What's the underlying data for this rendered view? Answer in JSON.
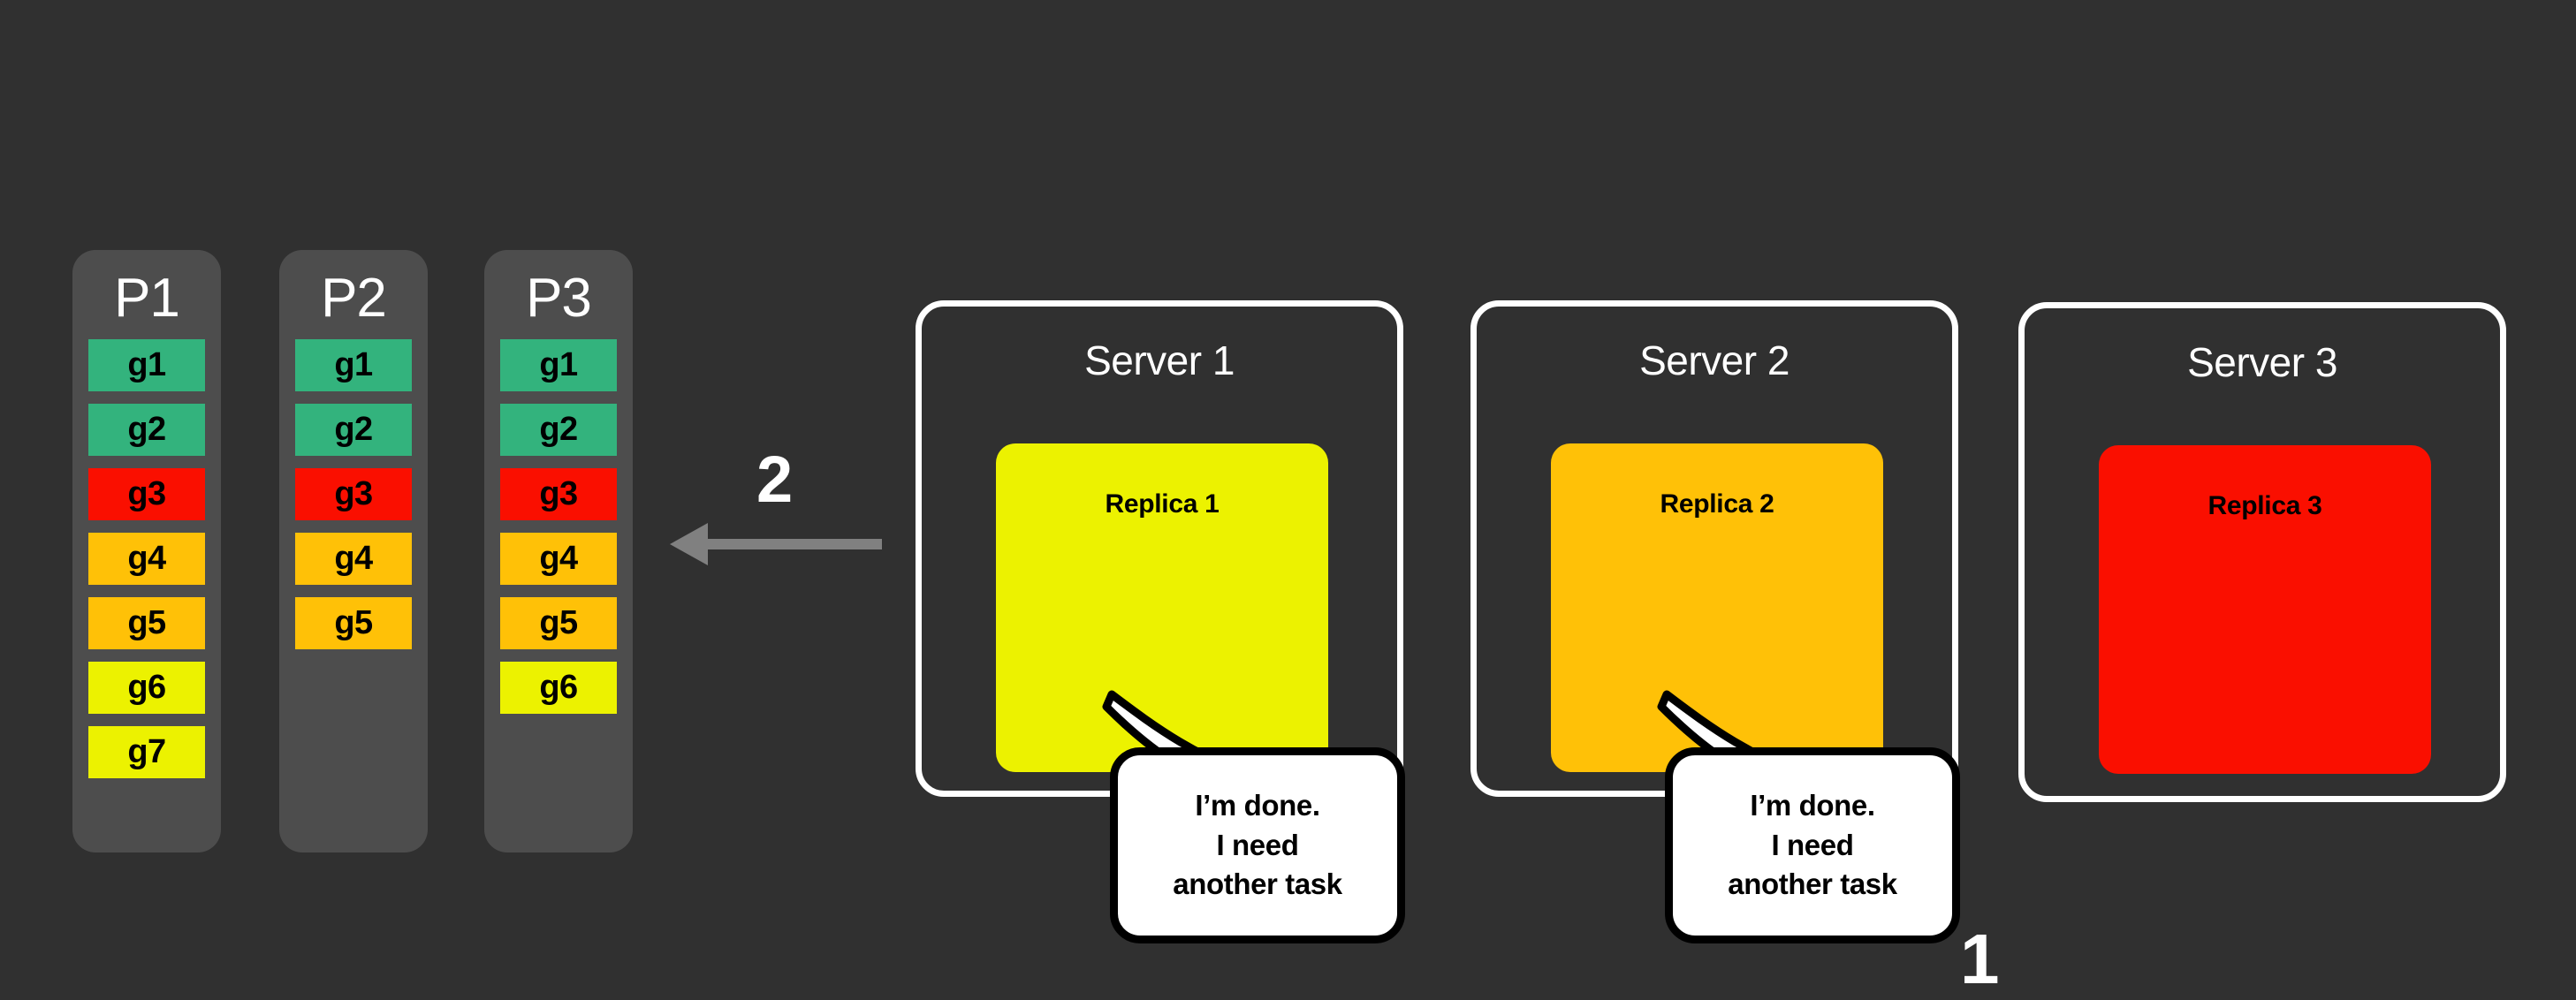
{
  "canvas": {
    "bg": "#303030"
  },
  "palette": {
    "partition_bg": "#4d4d4d",
    "green": "#33b37d",
    "red": "#fa0f00",
    "amber": "#ffc107",
    "yellow": "#ecf200",
    "white": "#ffffff",
    "black": "#000000",
    "arrow_gray": "#808080"
  },
  "partitions": [
    {
      "label": "P1",
      "groups": [
        {
          "name": "g1",
          "color": "#33b37d"
        },
        {
          "name": "g2",
          "color": "#33b37d"
        },
        {
          "name": "g3",
          "color": "#fa0f00"
        },
        {
          "name": "g4",
          "color": "#ffc107"
        },
        {
          "name": "g5",
          "color": "#ffc107"
        },
        {
          "name": "g6",
          "color": "#ecf200"
        },
        {
          "name": "g7",
          "color": "#ecf200"
        }
      ]
    },
    {
      "label": "P2",
      "groups": [
        {
          "name": "g1",
          "color": "#33b37d"
        },
        {
          "name": "g2",
          "color": "#33b37d"
        },
        {
          "name": "g3",
          "color": "#fa0f00"
        },
        {
          "name": "g4",
          "color": "#ffc107"
        },
        {
          "name": "g5",
          "color": "#ffc107"
        }
      ]
    },
    {
      "label": "P3",
      "groups": [
        {
          "name": "g1",
          "color": "#33b37d"
        },
        {
          "name": "g2",
          "color": "#33b37d"
        },
        {
          "name": "g3",
          "color": "#fa0f00"
        },
        {
          "name": "g4",
          "color": "#ffc107"
        },
        {
          "name": "g5",
          "color": "#ffc107"
        },
        {
          "name": "g6",
          "color": "#ecf200"
        }
      ]
    }
  ],
  "arrow": {
    "step_label": "2",
    "direction": "left",
    "color": "#808080"
  },
  "servers": [
    {
      "label": "Server 1",
      "replica": {
        "label": "Replica 1",
        "color": "#ecf200"
      },
      "bubble": {
        "lines": [
          "I’m done.",
          "I need",
          "another task"
        ]
      }
    },
    {
      "label": "Server 2",
      "replica": {
        "label": "Replica 2",
        "color": "#ffc107"
      },
      "bubble": {
        "lines": [
          "I’m done.",
          "I need",
          "another task"
        ]
      }
    },
    {
      "label": "Server 3",
      "replica": {
        "label": "Replica 3",
        "color": "#fa0f00"
      },
      "bubble": null
    }
  ],
  "step_markers": [
    {
      "label": "1"
    },
    {
      "label": "2"
    }
  ]
}
